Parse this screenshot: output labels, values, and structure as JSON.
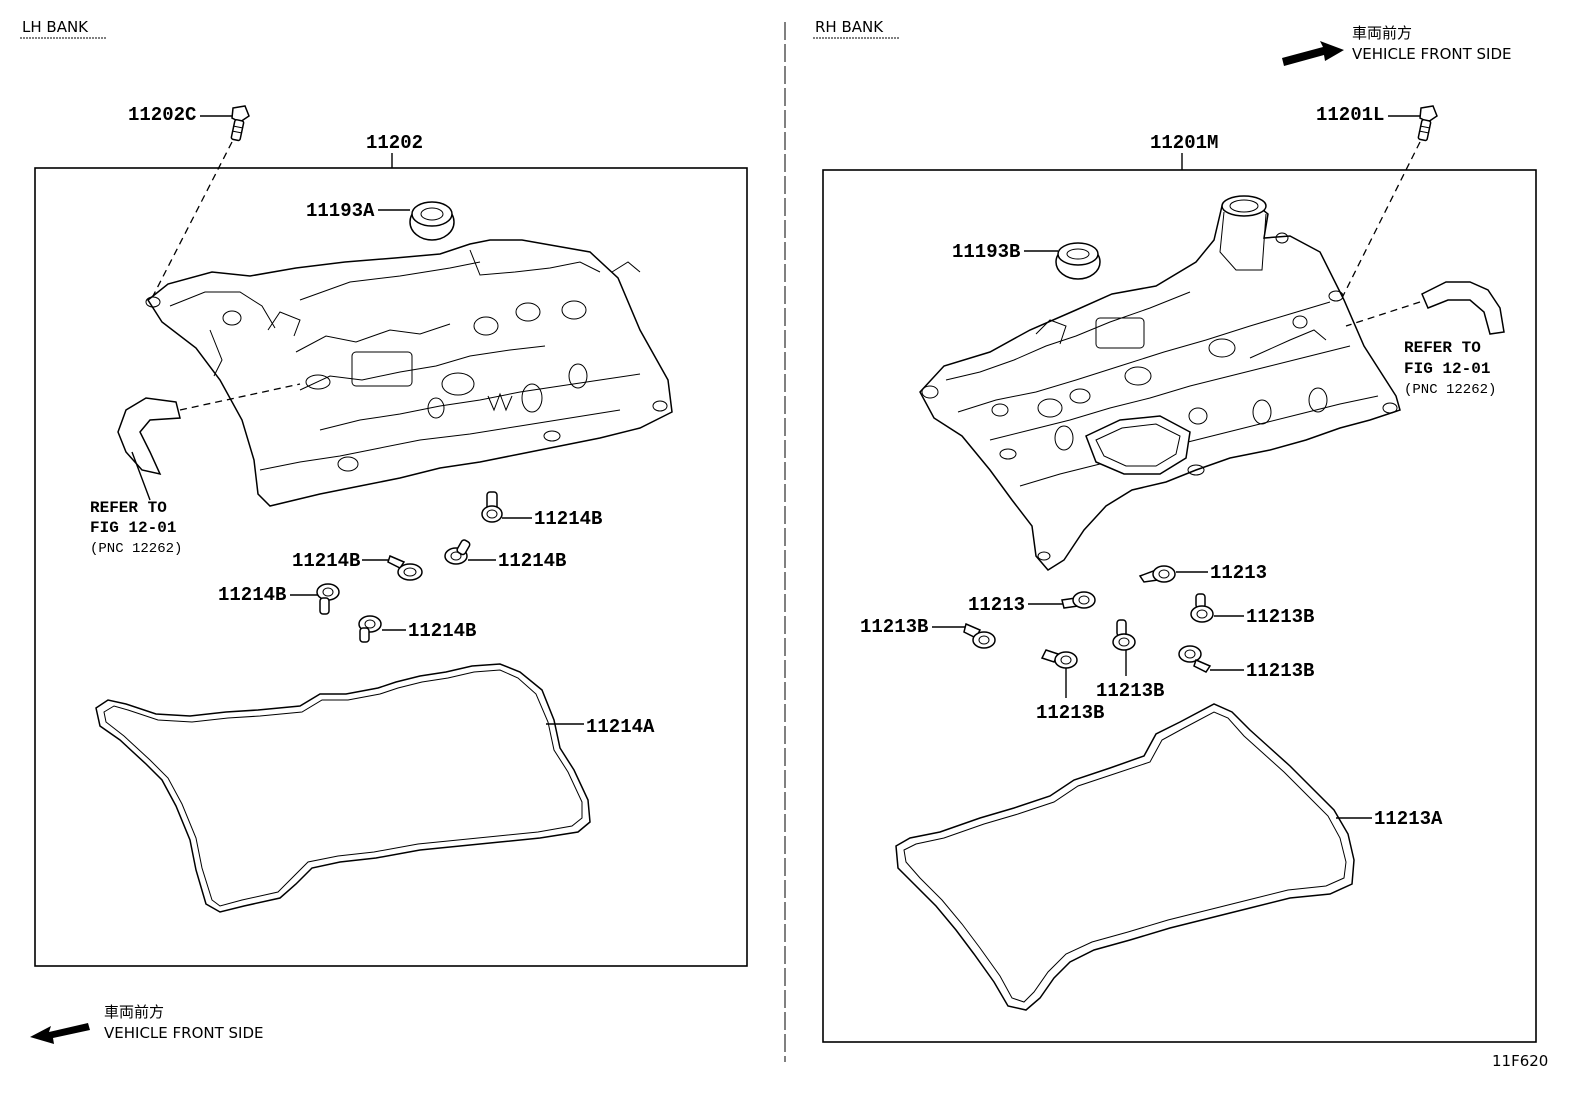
{
  "lh_bank": {
    "header": "LH BANK",
    "assembly": "11202",
    "parts": {
      "bolt": "11202C",
      "seal": "11193A",
      "gasket": "11214A",
      "grommet_1": "11214B",
      "grommet_2": "11214B",
      "grommet_3": "11214B",
      "grommet_4": "11214B",
      "grommet_5": "11214B"
    },
    "refer": {
      "line1": "REFER TO",
      "line2": "FIG 12-01",
      "line3": "(PNC 12262)"
    },
    "front": {
      "jp": "車両前方",
      "en": "VEHICLE FRONT SIDE"
    }
  },
  "rh_bank": {
    "header": "RH BANK",
    "assembly": "11201M",
    "parts": {
      "bolt": "11201L",
      "seal": "11193B",
      "gasket": "11213A",
      "plug_1": "11213",
      "plug_2": "11213",
      "grommet_1": "11213B",
      "grommet_2": "11213B",
      "grommet_3": "11213B",
      "grommet_4": "11213B",
      "grommet_5": "11213B"
    },
    "refer": {
      "line1": "REFER TO",
      "line2": "FIG 12-01",
      "line3": "(PNC 12262)"
    },
    "front": {
      "jp": "車両前方",
      "en": "VEHICLE FRONT SIDE"
    }
  },
  "figure_id": "11F620"
}
